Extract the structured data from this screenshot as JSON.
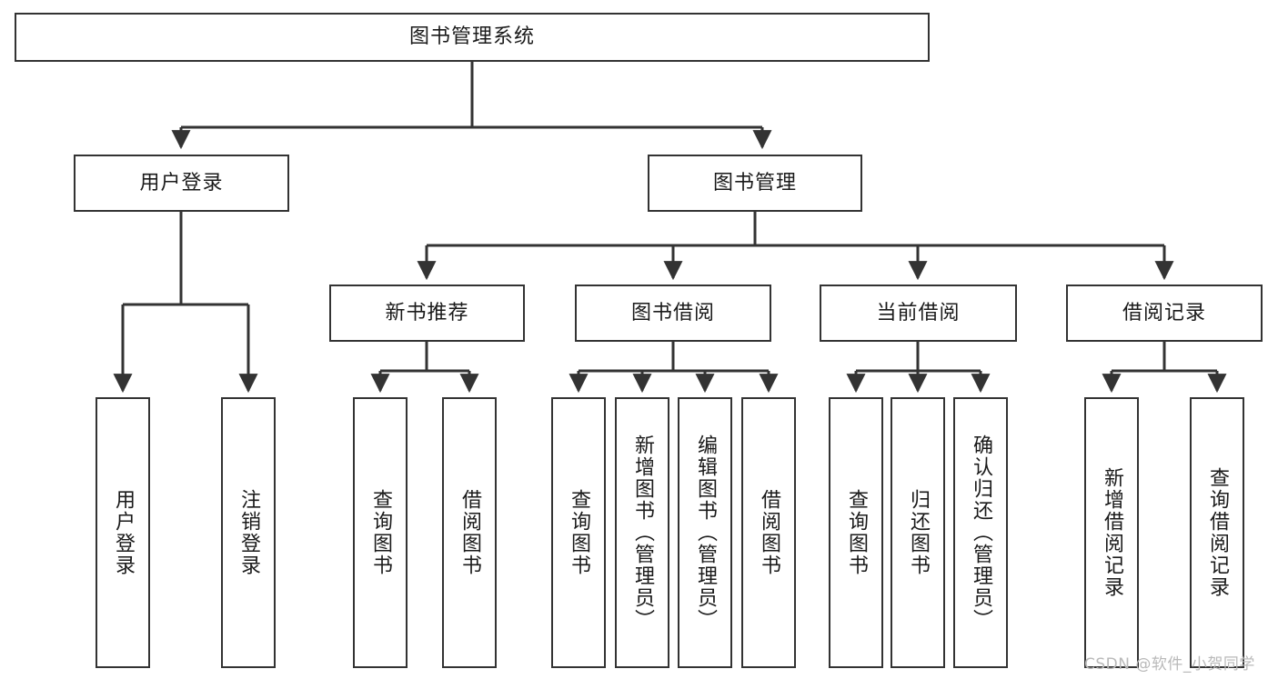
{
  "diagram": {
    "title": "图书管理系统",
    "type": "tree",
    "colors": {
      "box_border": "#333333",
      "box_fill": "#ffffff",
      "line": "#333333",
      "text": "#1a1a1a",
      "watermark": "#b9b9b9",
      "background": "#ffffff"
    },
    "root": {
      "label": "图书管理系统"
    },
    "level2": [
      {
        "label": "用户登录"
      },
      {
        "label": "图书管理"
      }
    ],
    "level3": [
      {
        "label": "新书推荐"
      },
      {
        "label": "图书借阅"
      },
      {
        "label": "当前借阅"
      },
      {
        "label": "借阅记录"
      }
    ],
    "leaves": {
      "user_login": [
        {
          "label": "用户登录"
        },
        {
          "label": "注销登录"
        }
      ],
      "new_book_recommend": [
        {
          "label": "查询图书"
        },
        {
          "label": "借阅图书"
        }
      ],
      "book_borrow": [
        {
          "label": "查询图书"
        },
        {
          "label": "新增图书（管理员）"
        },
        {
          "label": "编辑图书（管理员）"
        },
        {
          "label": "借阅图书"
        }
      ],
      "current_borrow": [
        {
          "label": "查询图书"
        },
        {
          "label": "归还图书"
        },
        {
          "label": "确认归还（管理员）"
        }
      ],
      "borrow_record": [
        {
          "label": "新增借阅记录"
        },
        {
          "label": "查询借阅记录"
        }
      ]
    }
  },
  "watermark": {
    "text": "CSDN @软件_小贺同学"
  }
}
